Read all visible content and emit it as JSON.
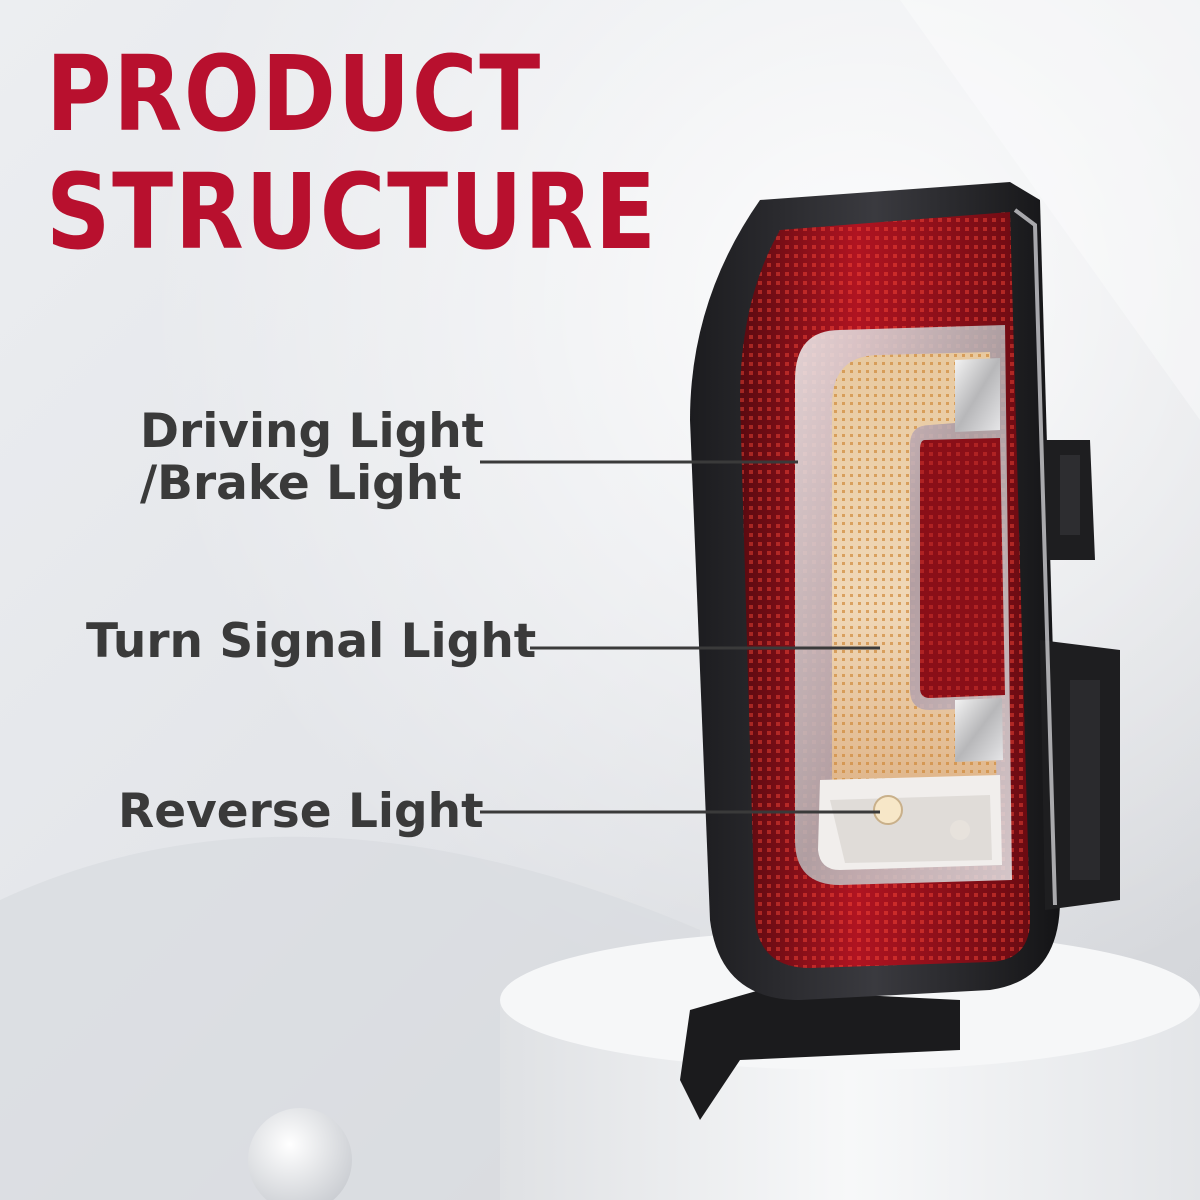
{
  "title": {
    "line1": "PRODUCT",
    "line2": "STRUCTURE",
    "color": "#b8102e"
  },
  "callouts": {
    "driving_light_line1": "Driving Light",
    "driving_light_line2": "/Brake Light",
    "turn_signal_light": "Turn Signal Light",
    "reverse_light": "Reverse Light",
    "label_color": "#3a3a3a"
  }
}
